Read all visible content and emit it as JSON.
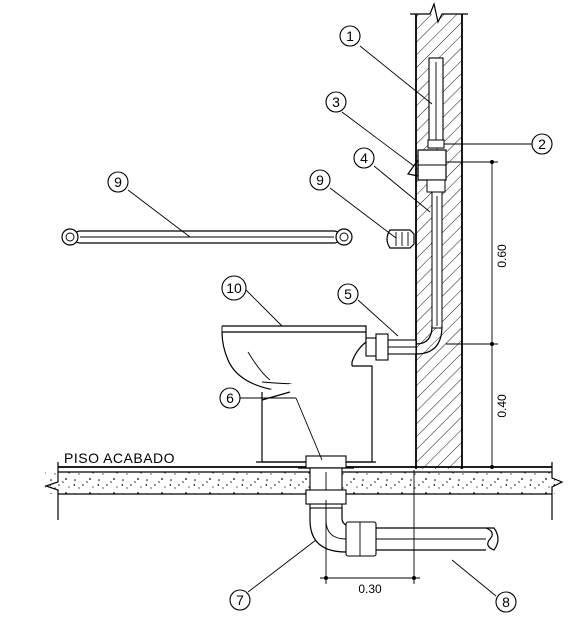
{
  "labels": {
    "floor": "PISO ACABADO",
    "dim_upper": "0.60",
    "dim_lower": "0.40",
    "dim_horizontal": "0.30"
  },
  "callouts": [
    "1",
    "2",
    "3",
    "4",
    "5",
    "6",
    "7",
    "8",
    "9",
    "9",
    "10"
  ]
}
